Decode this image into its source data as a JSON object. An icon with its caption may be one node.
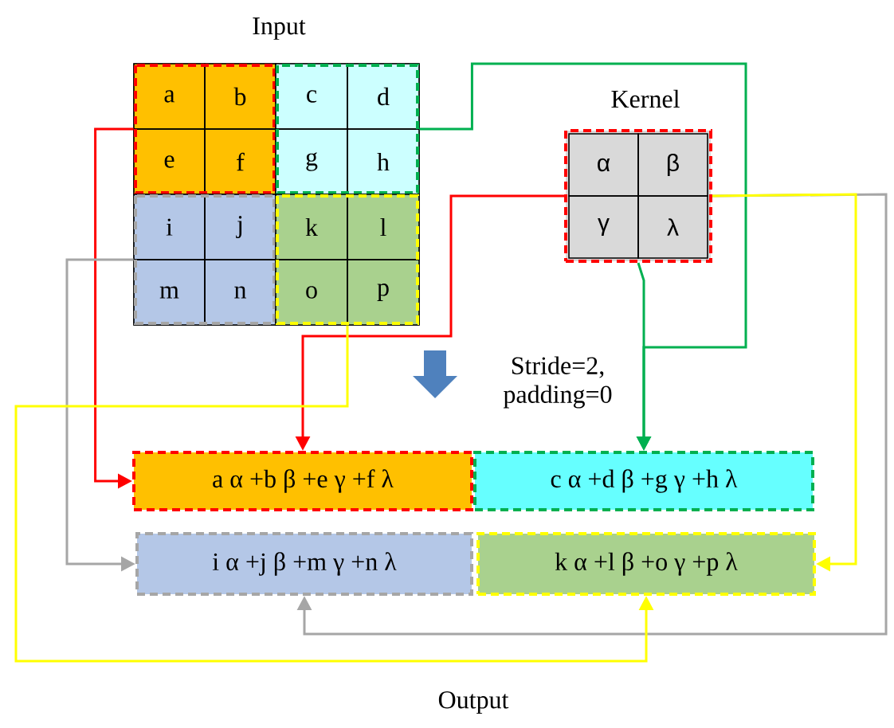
{
  "diagram": {
    "nodes": [
      {
        "text": [
          "Input"
        ]
      },
      {
        "text": [],
        "shape": "box",
        "in": 0
      },
      {
        "text": [
          "a"
        ],
        "in": 1
      },
      {
        "text": [
          "b"
        ],
        "in": 1
      },
      {
        "text": [
          "e"
        ],
        "in": 1
      },
      {
        "text": [
          "f"
        ],
        "in": 1
      },
      {
        "text": [],
        "shape": "box",
        "in": 0
      },
      {
        "text": [
          "c"
        ],
        "in": 6
      },
      {
        "text": [
          "d"
        ],
        "in": 6
      },
      {
        "text": [
          "g"
        ],
        "in": 6
      },
      {
        "text": [
          "h"
        ],
        "in": 6
      },
      {
        "text": [],
        "shape": "box",
        "in": 0
      },
      {
        "text": [
          "i"
        ],
        "in": 11
      },
      {
        "text": [
          "j"
        ],
        "in": 11
      },
      {
        "text": [
          "m"
        ],
        "in": 11
      },
      {
        "text": [
          "n"
        ],
        "in": 11
      },
      {
        "text": [],
        "shape": "box",
        "in": 0
      },
      {
        "text": [
          "k"
        ],
        "in": 16
      },
      {
        "text": [
          "l"
        ],
        "in": 16
      },
      {
        "text": [
          "o"
        ],
        "in": 16
      },
      {
        "text": [
          "p"
        ],
        "in": 16
      },
      {
        "text": [
          "Kernel"
        ]
      },
      {
        "text": [
          "α"
        ],
        "in": 21
      },
      {
        "text": [
          "β"
        ],
        "in": 21
      },
      {
        "text": [
          "γ"
        ],
        "in": 21
      },
      {
        "text": [
          "λ"
        ],
        "in": 21
      },
      {
        "text": [
          "a α +b β +e γ +f λ"
        ]
      },
      {
        "text": [
          "c α +d β +g γ +h λ"
        ]
      },
      {
        "text": [
          "i α +j β +m γ +n λ"
        ]
      },
      {
        "text": [
          "k α +l β +o γ +p λ"
        ]
      }
    ],
    "edges": [
      {
        "from": 1,
        "to": 26,
        "arrow": "to",
        "color": "#ff0000"
      },
      {
        "from": 21,
        "to": 26,
        "arrow": "to",
        "color": "#ff0000"
      },
      {
        "from": 6,
        "to": 27,
        "arrow": "to",
        "color": "#00b050"
      },
      {
        "from": 21,
        "to": 27,
        "arrow": "to",
        "color": "#00b050"
      },
      {
        "from": 11,
        "to": 28,
        "arrow": "to",
        "color": "#a6a6a6"
      },
      {
        "from": 21,
        "to": 28,
        "arrow": "to",
        "color": "#a6a6a6"
      },
      {
        "from": 16,
        "to": 29,
        "arrow": "to",
        "color": "#ffff00"
      },
      {
        "from": 21,
        "to": 29,
        "arrow": "to",
        "color": "#ffff00"
      }
    ],
    "labels": [
      "Stride=2, padding=0",
      "Output"
    ]
  }
}
